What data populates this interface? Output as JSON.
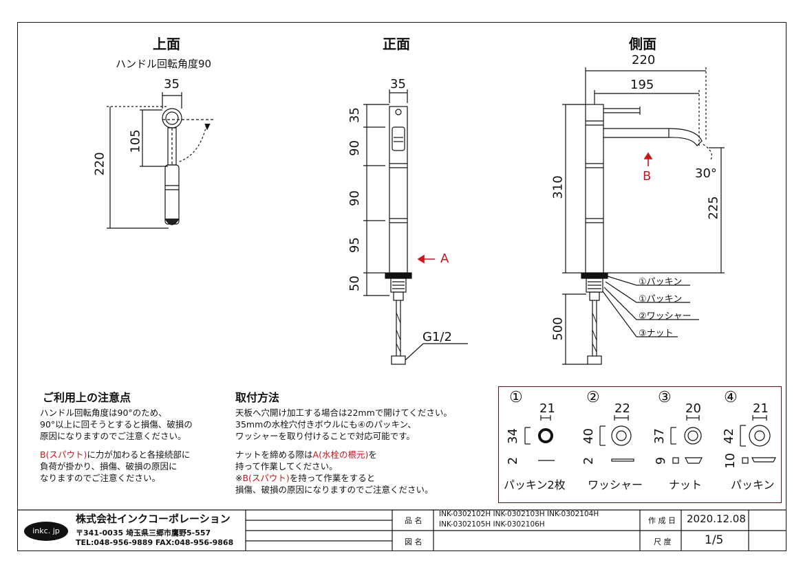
{
  "views": {
    "top": {
      "title": "上面",
      "subtitle": "ハンドル回転角度90",
      "dim_width": "35",
      "dim_height": "220",
      "dim_handle": "105"
    },
    "front": {
      "title": "正面",
      "dim_width": "35",
      "dims_vertical": [
        "35",
        "90",
        "90",
        "95",
        "50"
      ],
      "arrow_label": "A",
      "thread_label": "G1/2"
    },
    "side": {
      "title": "側面",
      "dim_total": "220",
      "dim_spout": "195",
      "dim_body_height": "310",
      "dim_spout_height": "225",
      "dim_hose": "500",
      "angle_label": "30°",
      "arrow_label": "B",
      "callouts": [
        "①パッキン",
        "①パッキン",
        "②ワッシャー",
        "③ナット"
      ]
    }
  },
  "notes": {
    "usage_title": "ご利用上の注意点",
    "usage_lines": [
      "ハンドル回転角度は90°のため、",
      "90°以上に回そうとすると損傷、破損の",
      "原因になりますのでご注意ください。"
    ],
    "usage_b_red": "B(スパウト)",
    "usage_b_lines": [
      "に力が加わると各接続部に",
      "負荷が掛かり、損傷、破損の原因に",
      "なりますのでご注意ください。"
    ],
    "install_title": "取付方法",
    "install_lines": [
      "天板へ穴開け加工する場合は22mmで開けてください。",
      "35mmの水栓穴付きボウルにも④のパッキン、",
      "ワッシャーを取り付けることで対応可能です。"
    ],
    "install_nut_pre": "ナットを締める際は",
    "install_nut_red": "A(水栓の根元)",
    "install_nut_post": "を",
    "install_nut_line2": "持って作業してください。",
    "install_b_pre": "※",
    "install_b_red": "B(スパウト)",
    "install_b_post": "を持って作業をすると",
    "install_b_line2": "損傷、破損の原因になりますのでご注意ください。"
  },
  "parts": [
    {
      "num": "①",
      "diameter": "21",
      "outer": "34",
      "thickness": "2",
      "name": "パッキン2枚"
    },
    {
      "num": "②",
      "diameter": "22",
      "outer": "40",
      "thickness": "2",
      "name": "ワッシャー"
    },
    {
      "num": "③",
      "diameter": "20",
      "outer": "37",
      "thickness": "9",
      "name": "ナット"
    },
    {
      "num": "④",
      "diameter": "21",
      "outer": "42",
      "thickness": "10",
      "name": "パッキン"
    }
  ],
  "title_block": {
    "logo": "inkc. jp",
    "company": "株式会社インクコーポレーション",
    "address": "〒341-0035 埼玉県三郷市鷹野5-557",
    "phone": "TEL:048-956-9889  FAX:048-956-9868",
    "label_product": "品 名",
    "label_drawing": "図 名",
    "products_line1": "INK-0302102H   INK-0302103H   INK-0302104H",
    "products_line2": "INK-0302105H   INK-0302106H",
    "label_created": "作 成 日",
    "created": "2020.12.08",
    "label_scale": "尺 度",
    "scale": "1/5"
  }
}
